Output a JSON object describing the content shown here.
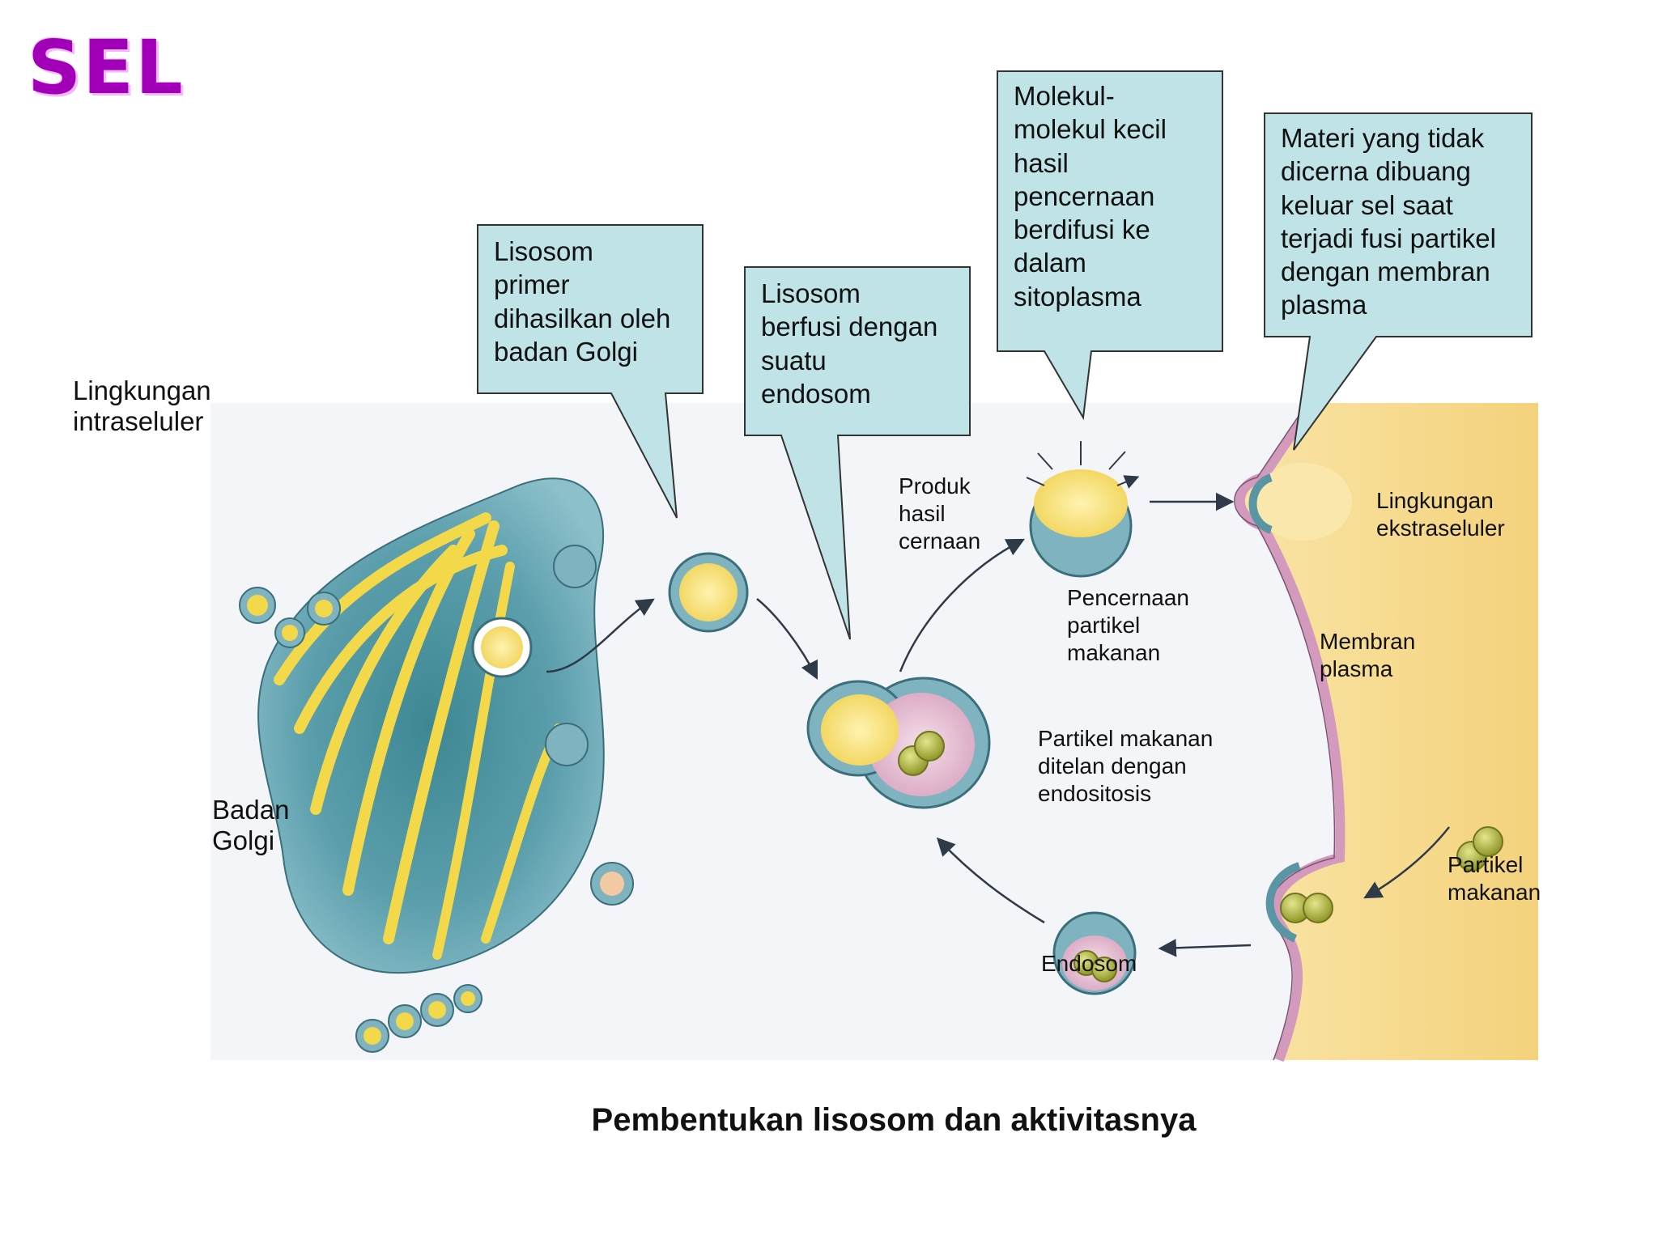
{
  "title": "SEL",
  "caption": "Pembentukan lisosom dan aktivitasnya",
  "labels": {
    "intracellular": [
      "Lingkungan",
      "intraseluler"
    ],
    "golgi": [
      "Badan",
      "Golgi"
    ],
    "digestion_products": [
      "Produk",
      "hasil",
      "cernaan"
    ],
    "digestion": [
      "Pencernaan",
      "partikel",
      "makanan"
    ],
    "endocytosis": [
      "Partikel  makanan",
      "ditelan dengan",
      "endositosis"
    ],
    "extracellular": [
      "Lingkungan",
      "ekstraseluler"
    ],
    "membrane": [
      "Membran",
      "plasma"
    ],
    "food_particle": [
      "Partikel",
      "makanan"
    ],
    "endosome": "Endosom"
  },
  "callouts": {
    "primary_lysosome": [
      "Lisosom",
      "primer",
      "dihasilkan oleh",
      "badan Golgi"
    ],
    "fusion": [
      "Lisosom",
      "berfusi dengan",
      "suatu",
      "endosom"
    ],
    "small_molecules": [
      "Molekul-",
      "molekul kecil",
      "hasil",
      "pencernaan",
      "berdifusi ke",
      "dalam",
      "sitoplasma"
    ],
    "undigested": [
      "Materi yang tidak",
      "dicerna dibuang",
      "keluar sel saat",
      "terjadi fusi partikel",
      "dengan membran",
      "plasma"
    ]
  },
  "colors": {
    "title": "#a100b8",
    "callout_fill": "#bfe3e6",
    "golgi_blue": "#5f9aa8",
    "yellow": "#f3d84a",
    "extracellular": "#f6d98a",
    "membrane": "#d9a0c2",
    "food": "#aeb43a"
  }
}
